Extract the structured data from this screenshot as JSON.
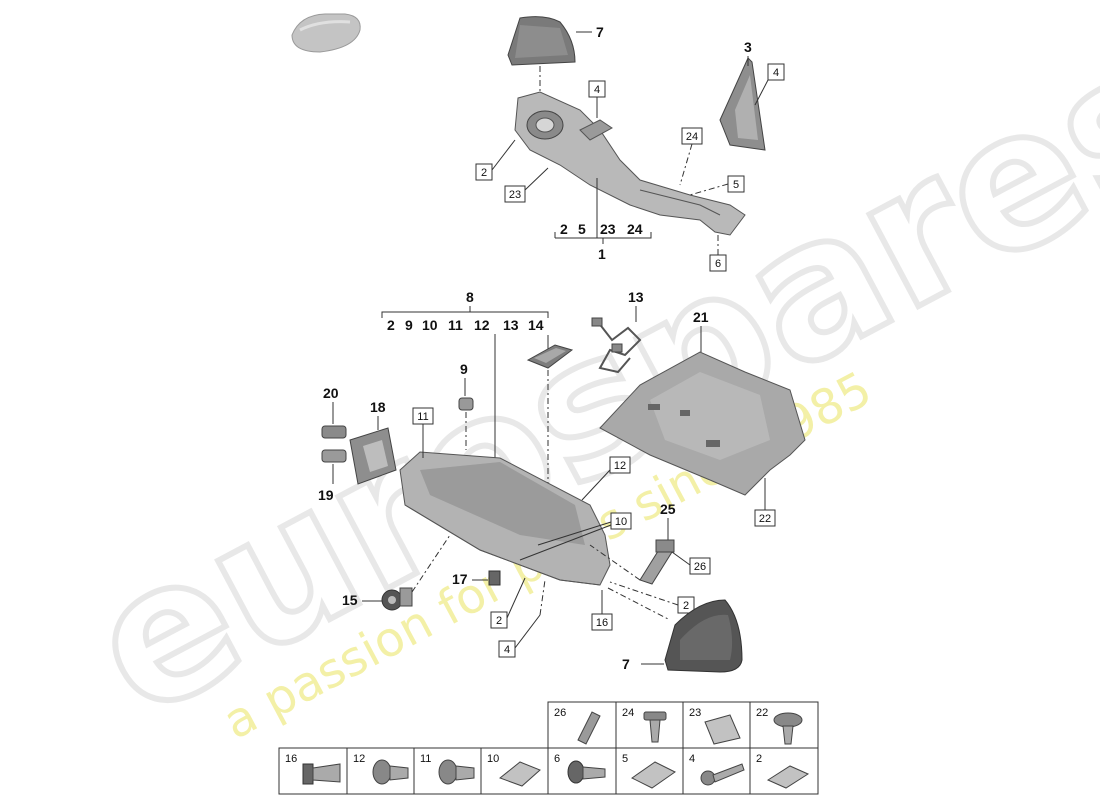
{
  "watermark": {
    "brand": "eurospares",
    "tagline": "a passion for parts since 1985",
    "colors": {
      "brand_outline": "#e4e4e4",
      "tagline": "#f1ee9a"
    }
  },
  "colors": {
    "part_fill": "#bdbdbd",
    "part_dark": "#6e6e6e",
    "line": "#333333"
  },
  "callouts": {
    "c1": "1",
    "c3": "3",
    "c7a": "7",
    "c7b": "7",
    "c8": "8",
    "c9": "9",
    "c13": "13",
    "c14": "14",
    "c15": "15",
    "c17": "17",
    "c18": "18",
    "c19": "19",
    "c20": "20",
    "c21": "21",
    "c25": "25"
  },
  "group1_members": [
    "2",
    "5",
    "23",
    "24"
  ],
  "group8_members": [
    "2",
    "9",
    "10",
    "11",
    "12",
    "13",
    "14"
  ],
  "boxed_labels": {
    "b2a": "2",
    "b4a": "4",
    "b4b": "4",
    "b5": "5",
    "b6": "6",
    "b23": "23",
    "b24": "24",
    "b11": "11",
    "b12": "12",
    "b10": "10",
    "b26": "26",
    "b22": "22",
    "b2b": "2",
    "b2c": "2",
    "b4c": "4",
    "b16": "16"
  },
  "fastener_table": {
    "row1": [
      "26",
      "24",
      "23",
      "22"
    ],
    "row2": [
      "16",
      "12",
      "11",
      "10",
      "6",
      "5",
      "4",
      "2"
    ]
  }
}
